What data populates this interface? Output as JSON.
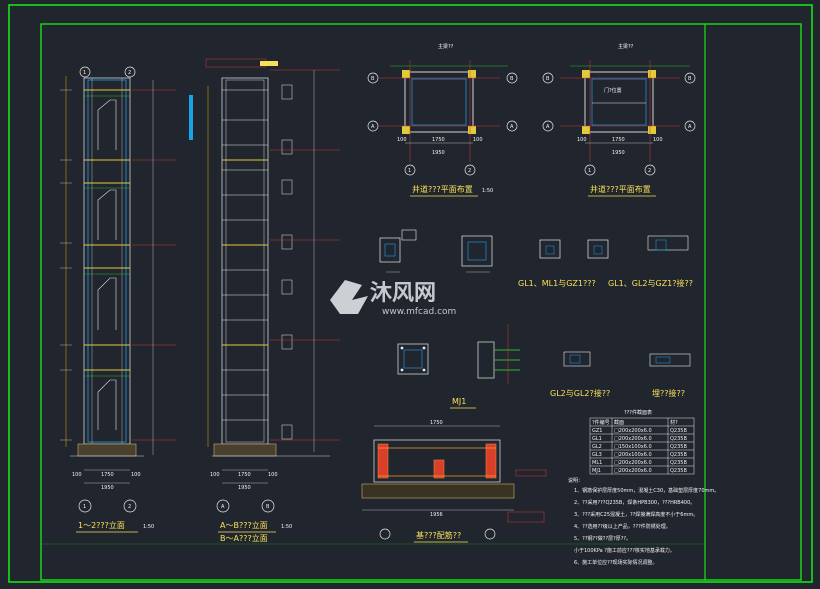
{
  "frame_color": "#16e316",
  "elevation_1": {
    "title": "1～2???立面",
    "scale": "1:50",
    "axis_left": "1",
    "axis_right": "2",
    "bottom_dims": [
      "100",
      "1750",
      "100"
    ],
    "bottom_total": "1950"
  },
  "elevation_2": {
    "title_a": "A～B???立面",
    "title_b": "B～A???立面",
    "scale": "1:50",
    "axis_left": "A",
    "axis_right": "B",
    "bottom_dims": [
      "100",
      "1750",
      "100"
    ],
    "bottom_total": "1950"
  },
  "plan_1": {
    "title": "井道???平面布置",
    "scale": "1:50",
    "label_top": "主梁??",
    "axis_b": "B",
    "axis_a": "A",
    "axis_1": "1",
    "axis_2": "2",
    "dims": [
      "100",
      "1750",
      "100"
    ],
    "total": "1950"
  },
  "plan_2": {
    "title": "井道???平面布置",
    "label_top": "主梁??",
    "center_label": "门?位置",
    "axis_b": "B",
    "axis_a": "A",
    "axis_1": "1",
    "axis_2": "2",
    "dims": [
      "100",
      "1750",
      "100"
    ],
    "total": "1950"
  },
  "details": {
    "gl1_title": "GL1、ML1与GZ1???",
    "gl1_gl2_title": "GL1、GL2与GZ1?接??",
    "mj1_title": "MJ1",
    "gl2_title": "GL2与GL2?接??",
    "anchor_title": "埋??接??",
    "foundation_title": "基???配筋??",
    "foundation_dims": [
      "1750",
      "1956"
    ]
  },
  "schedule": {
    "title": "???件截面表",
    "headers": [
      "?件编号",
      "截面",
      "材?"
    ],
    "rows": [
      [
        "GZ1",
        "□200x200x6.0",
        "Q235B"
      ],
      [
        "GL1",
        "□200x200x6.0",
        "Q235B"
      ],
      [
        "GL2",
        "□150x100x6.0",
        "Q235B"
      ],
      [
        "GL3",
        "□200x100x6.0",
        "Q235B"
      ],
      [
        "ML1",
        "□200x200x6.0",
        "Q235B"
      ],
      [
        "MJ1",
        "□200x200x6.0",
        "Q235B"
      ]
    ]
  },
  "notes": {
    "heading": "说明：",
    "lines": [
      "1、钢筋保护层厚度50mm，混凝土C30，基础垫层厚度70mm。",
      "2、??采用???Q235B，焊条HPB300，???HRB400。",
      "3、???采用C25混凝土，??焊接满焊高度不小于6mm。",
      "4、??选用??级以上产品，???件防锈处理。",
      "5、??钢??做??层?厚??。",
      "小于100KPa ?施工前应???核实地基承载力。",
      "6、施工单位应??现场实际情况调整。"
    ]
  },
  "watermark": {
    "brand": "沐风网",
    "url": "www.mfcad.com"
  }
}
